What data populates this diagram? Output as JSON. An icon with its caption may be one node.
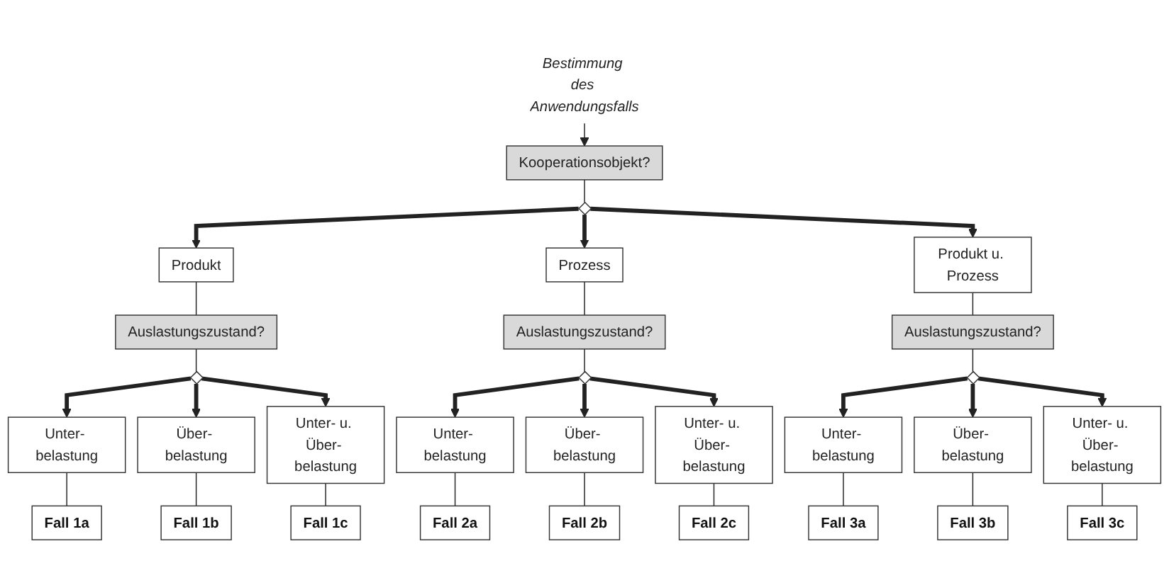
{
  "diagram": {
    "nodes": [
      {
        "text": [
          "Bestimmung des Anwendungsfalls"
        ]
      },
      {
        "text": [
          "Kooperationsobjekt?"
        ]
      },
      {
        "text": [],
        "shape": "diamond"
      },
      {
        "text": [
          "Produkt"
        ]
      },
      {
        "text": [
          "Prozess"
        ]
      },
      {
        "text": [
          "Produkt u. Prozess"
        ]
      },
      {
        "text": [
          "Auslastungszustand?"
        ]
      },
      {
        "text": [
          "Auslastungszustand?"
        ]
      },
      {
        "text": [
          "Auslastungszustand?"
        ]
      },
      {
        "text": [],
        "shape": "diamond"
      },
      {
        "text": [],
        "shape": "diamond"
      },
      {
        "text": [],
        "shape": "diamond"
      },
      {
        "text": [
          "Unter- belastung"
        ]
      },
      {
        "text": [
          "Über- belastung"
        ]
      },
      {
        "text": [
          "Unter- u. Über- belastung"
        ]
      },
      {
        "text": [
          "Unter- belastung"
        ]
      },
      {
        "text": [
          "Über- belastung"
        ]
      },
      {
        "text": [
          "Unter- u. Über- belastung"
        ]
      },
      {
        "text": [
          "Unter- belastung"
        ]
      },
      {
        "text": [
          "Über- belastung"
        ]
      },
      {
        "text": [
          "Unter- u. Über- belastung"
        ]
      },
      {
        "text": [
          "Fall 1a"
        ]
      },
      {
        "text": [
          "Fall 1b"
        ]
      },
      {
        "text": [
          "Fall 1c"
        ]
      },
      {
        "text": [
          "Fall 2a"
        ]
      },
      {
        "text": [
          "Fall 2b"
        ]
      },
      {
        "text": [
          "Fall 2c"
        ]
      },
      {
        "text": [
          "Fall 3a"
        ]
      },
      {
        "text": [
          "Fall 3b"
        ]
      },
      {
        "text": [
          "Fall 3c"
        ]
      }
    ],
    "edges": [
      {
        "from": 0,
        "to": 1,
        "arrow": "to"
      },
      {
        "from": 1,
        "to": 2,
        "arrow": "none"
      },
      {
        "from": 2,
        "to": 3,
        "arrow": "to",
        "style": "thick"
      },
      {
        "from": 2,
        "to": 4,
        "arrow": "to",
        "style": "thick"
      },
      {
        "from": 2,
        "to": 5,
        "arrow": "to",
        "style": "thick"
      },
      {
        "from": 3,
        "to": 6,
        "arrow": "none"
      },
      {
        "from": 4,
        "to": 7,
        "arrow": "none"
      },
      {
        "from": 5,
        "to": 8,
        "arrow": "none"
      },
      {
        "from": 6,
        "to": 9,
        "arrow": "none"
      },
      {
        "from": 7,
        "to": 10,
        "arrow": "none"
      },
      {
        "from": 8,
        "to": 11,
        "arrow": "none"
      },
      {
        "from": 9,
        "to": 12,
        "arrow": "to",
        "style": "thick"
      },
      {
        "from": 9,
        "to": 13,
        "arrow": "to",
        "style": "thick"
      },
      {
        "from": 9,
        "to": 14,
        "arrow": "to",
        "style": "thick"
      },
      {
        "from": 10,
        "to": 15,
        "arrow": "to",
        "style": "thick"
      },
      {
        "from": 10,
        "to": 16,
        "arrow": "to",
        "style": "thick"
      },
      {
        "from": 10,
        "to": 17,
        "arrow": "to",
        "style": "thick"
      },
      {
        "from": 11,
        "to": 18,
        "arrow": "to",
        "style": "thick"
      },
      {
        "from": 11,
        "to": 19,
        "arrow": "to",
        "style": "thick"
      },
      {
        "from": 11,
        "to": 20,
        "arrow": "to",
        "style": "thick"
      },
      {
        "from": 12,
        "to": 21,
        "arrow": "none"
      },
      {
        "from": 13,
        "to": 22,
        "arrow": "none"
      },
      {
        "from": 14,
        "to": 23,
        "arrow": "none"
      },
      {
        "from": 15,
        "to": 24,
        "arrow": "none"
      },
      {
        "from": 16,
        "to": 25,
        "arrow": "none"
      },
      {
        "from": 17,
        "to": 26,
        "arrow": "none"
      },
      {
        "from": 18,
        "to": 27,
        "arrow": "none"
      },
      {
        "from": 19,
        "to": 28,
        "arrow": "none"
      },
      {
        "from": 20,
        "to": 29,
        "arrow": "none"
      }
    ]
  }
}
